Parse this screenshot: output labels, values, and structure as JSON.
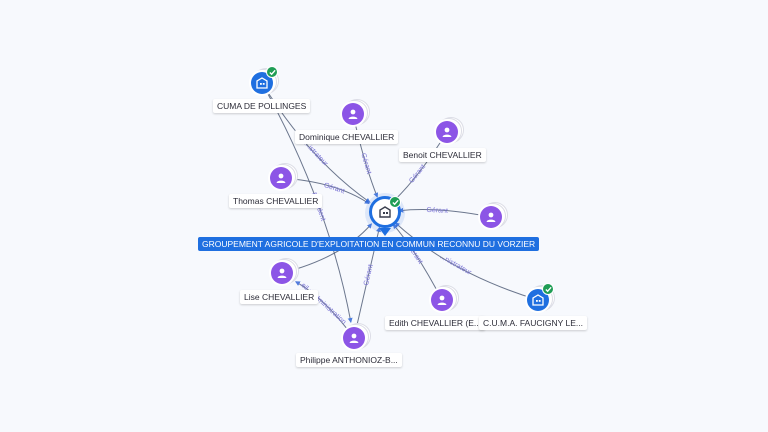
{
  "colors": {
    "person": "#8c55e6",
    "company": "#1f6fe0",
    "verified": "#1f9d55",
    "edge": "#53607a",
    "edge_label": "#7a73d6"
  },
  "center": {
    "label": "GROUPEMENT AGRICOLE D'EXPLOITATION EN COMMUN RECONNU DU VORZIER",
    "icon": "building-icon",
    "verified": true
  },
  "nodes": [
    {
      "id": "cuma",
      "type": "company",
      "label": "CUMA DE POLLINGES",
      "verified": true,
      "icon": "building-icon"
    },
    {
      "id": "dominique",
      "type": "person",
      "label": "Dominique CHEVALLIER",
      "icon": "person-icon"
    },
    {
      "id": "benoit",
      "type": "person",
      "label": "Benoit CHEVALLIER",
      "icon": "person-icon"
    },
    {
      "id": "thomas",
      "type": "person",
      "label": "Thomas CHEVALLIER",
      "icon": "person-icon"
    },
    {
      "id": "fourth",
      "type": "person",
      "label": "",
      "icon": "person-icon"
    },
    {
      "id": "lise",
      "type": "person",
      "label": "Lise CHEVALLIER",
      "icon": "person-icon"
    },
    {
      "id": "philippe",
      "type": "person",
      "label": "Philippe ANTHONIOZ-B...",
      "icon": "person-icon"
    },
    {
      "id": "edith",
      "type": "person",
      "label": "Edith CHEVALLIER (E...",
      "icon": "person-icon"
    },
    {
      "id": "cuma2",
      "type": "company",
      "label": "C.U.M.A. FAUCIGNY LE...",
      "verified": true,
      "icon": "building-icon"
    }
  ],
  "edges": [
    {
      "from": "cuma",
      "to": "center",
      "label": "...istrateur"
    },
    {
      "from": "cuma",
      "to": "philippe",
      "label": "Président"
    },
    {
      "from": "dominique",
      "to": "center",
      "label": "Gérant"
    },
    {
      "from": "benoit",
      "to": "center",
      "label": "Gérant"
    },
    {
      "from": "thomas",
      "to": "center",
      "label": "Gérant"
    },
    {
      "from": "fourth",
      "to": "center",
      "label": "Gérant"
    },
    {
      "from": "lise",
      "to": "center",
      "label": ""
    },
    {
      "from": "philippe",
      "to": "center",
      "label": "Gérant"
    },
    {
      "from": "philippe",
      "to": "lise",
      "label": "...eil d'administration"
    },
    {
      "from": "edith",
      "to": "center",
      "label": "Gérant"
    },
    {
      "from": "cuma2",
      "to": "center",
      "label": "...nistrateur"
    }
  ]
}
